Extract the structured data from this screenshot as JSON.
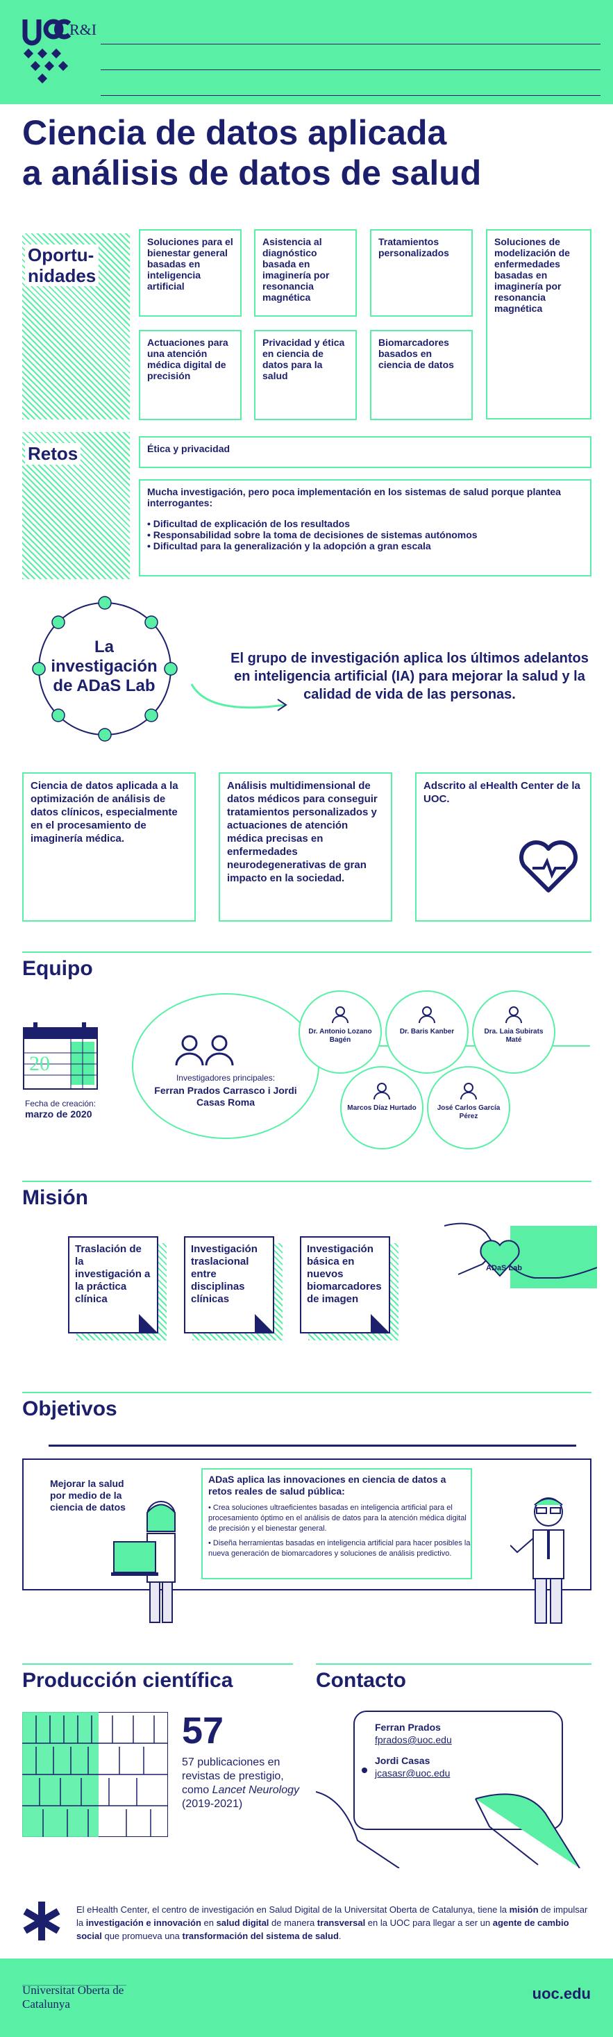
{
  "header": {
    "logo_text": "uoc",
    "badge": "R&I"
  },
  "title": {
    "line1": "Ciencia de datos aplicada",
    "line2": "a análisis de datos de salud"
  },
  "oportunidades": {
    "heading_line1": "Oportu-",
    "heading_line2": "nidades",
    "items": [
      "Soluciones para el bienestar general basadas en inteligencia artificial",
      "Asistencia al diagnóstico basada en imaginería por resonancia magnética",
      "Tratamientos personalizados",
      "Soluciones de modelización de enfermedades basadas en imaginería por resonancia magnética",
      "Actuaciones para una atención médica digital de precisión",
      "Privacidad y ética en ciencia de datos para la salud",
      "Biomarcadores basados en ciencia de datos"
    ]
  },
  "retos": {
    "heading": "Retos",
    "item1": "Ética y privacidad",
    "item2_intro": "Mucha investigación, pero poca implementación en los sistemas de salud porque plantea interrogantes:",
    "bullets": [
      "Dificultad de explicación de los resultados",
      "Responsabilidad sobre la toma de decisiones de sistemas autónomos",
      "Dificultad para la generalización y la adopción a gran escala"
    ]
  },
  "lab": {
    "title_line1": "La",
    "title_line2": "investigación",
    "title_line3": "de ADaS Lab",
    "statement": "El grupo de investigación aplica los últimos adelantos en inteligencia artificial (IA) para mejorar la salud y la calidad de vida de las personas.",
    "cards": [
      "Ciencia de datos aplicada a la optimización de análisis de datos clínicos, especialmente en el procesamiento de imaginería médica.",
      "Análisis multidimensional de datos médicos para conseguir tratamientos personalizados y actuaciones de atención médica precisas en enfermedades neurodegenerativas de gran impacto en la sociedad.",
      "Adscrito al eHealth Center de la UOC."
    ]
  },
  "equipo": {
    "heading": "Equipo",
    "calendar_number": "20",
    "creation_label": "Fecha de creación:",
    "creation_date": "marzo de 2020",
    "pi_label": "Investigadores principales:",
    "pi_names": "Ferran Prados Carrasco i Jordi Casas Roma",
    "members": [
      "Dr. Antonio Lozano Bagén",
      "Dr. Baris Kanber",
      "Dra. Laia Subirats Maté",
      "Marcos Díaz Hurtado",
      "José Carlos García Pérez"
    ]
  },
  "mision": {
    "heading": "Misión",
    "items": [
      "Traslación de la investigación a la práctica clínica",
      "Investigación traslacional entre disciplinas clínicas",
      "Investigación básica en nuevos biomarcadores de imagen"
    ],
    "heart_label": "ADaS Lab"
  },
  "objetivos": {
    "heading": "Objetivos",
    "left_text": "Mejorar la salud por medio de la ciencia de datos",
    "board_title": "ADaS aplica las innovaciones en ciencia de datos a retos reales de salud pública:",
    "board_bullets": [
      "Crea soluciones ultraeficientes basadas en inteligencia artificial para el procesamiento óptimo en el análisis de datos para la atención médica digital de precisión y el bienestar general.",
      "Diseña herramientas basadas en inteligencia artificial para hacer posibles la nueva generación de biomarcadores y soluciones de análisis predictivo."
    ]
  },
  "produccion": {
    "heading": "Producción científica",
    "count": "57",
    "desc_part1": "57 publicaciones en revistas de prestigio, como ",
    "desc_italic": "Lancet Neurology",
    "desc_years": "(2019-2021)"
  },
  "contacto": {
    "heading": "Contacto",
    "name1": "Ferran Prados",
    "email1": "fprados@uoc.edu",
    "name2": "Jordi Casas",
    "email2": "jcasasr@uoc.edu"
  },
  "footer_note": {
    "part1": "El eHealth Center, el centro de investigación en Salud Digital de la Universitat Oberta de Catalunya, tiene la ",
    "b1": "misión",
    "part2": " de impulsar la ",
    "b2": "investigación e innovación",
    "part3": " en ",
    "b3": "salud digital",
    "part4": " de manera ",
    "b4": "transversal",
    "part5": " en la UOC para llegar a ser un ",
    "b5": "agente de cambio social",
    "part6": " que promueva una ",
    "b6": "transformación del sistema de salud",
    "part7": "."
  },
  "footer": {
    "university": "Universitat Oberta de Catalunya",
    "url": "uoc.edu"
  },
  "colors": {
    "navy": "#1c1f6b",
    "green": "#59f0a6"
  },
  "icons": [
    "uoc-logo-icon",
    "asterisk-icon",
    "heart-pulse-icon",
    "calendar-icon",
    "person-icon",
    "arrow-icon",
    "phone-icon",
    "books-icon"
  ]
}
